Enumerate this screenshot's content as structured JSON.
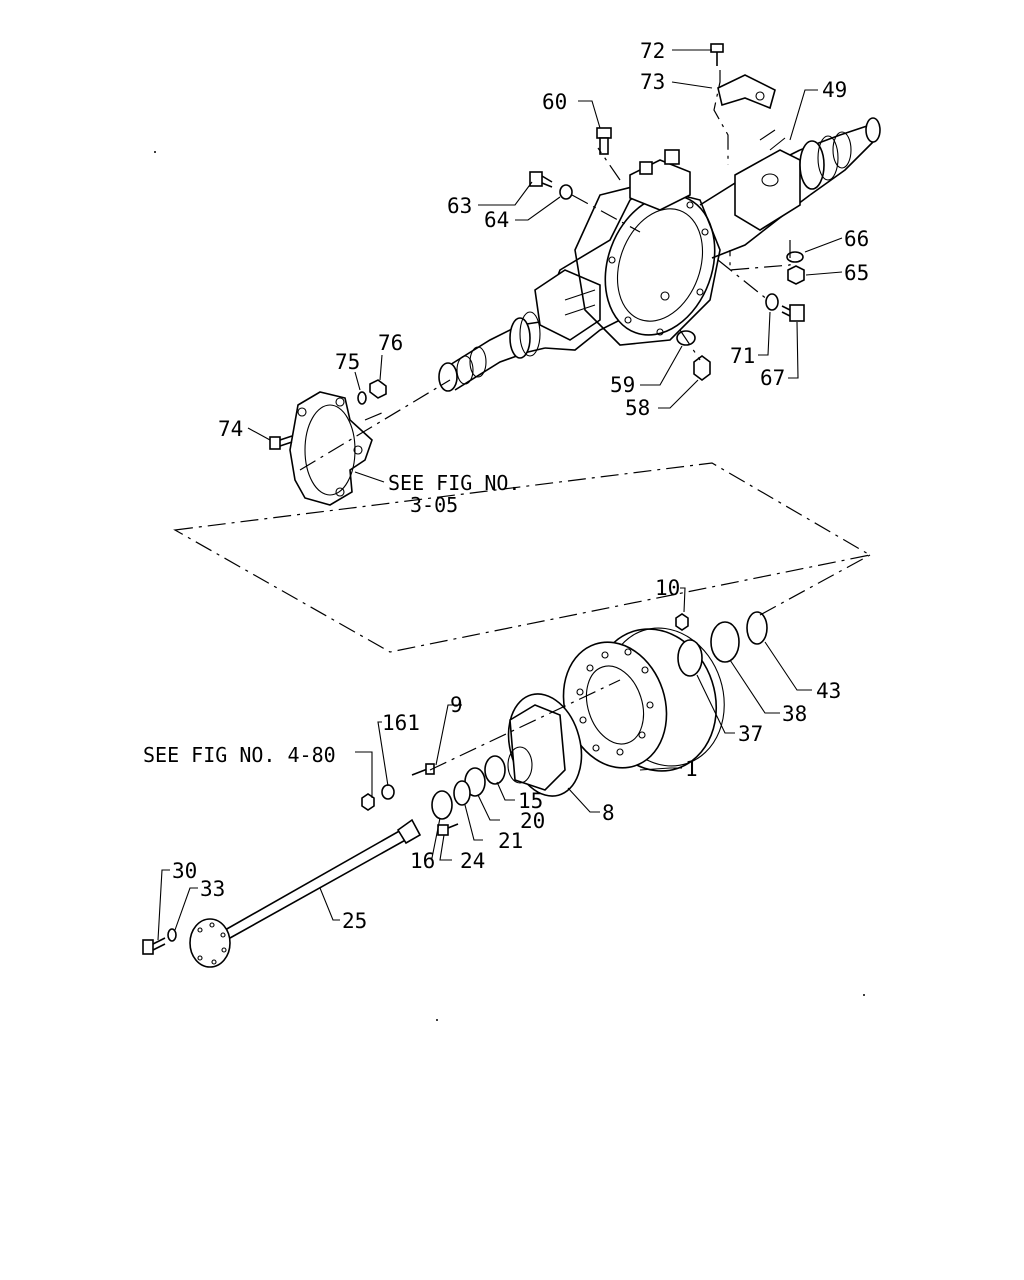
{
  "labels": {
    "p72": "72",
    "p73": "73",
    "p60": "60",
    "p49": "49",
    "p63": "63",
    "p64": "64",
    "p66": "66",
    "p65": "65",
    "p71": "71",
    "p67": "67",
    "p59": "59",
    "p58": "58",
    "p75": "75",
    "p76": "76",
    "p74": "74",
    "p10": "10",
    "p43": "43",
    "p38": "38",
    "p37": "37",
    "p1": "1",
    "p9": "9",
    "p161": "161",
    "p15": "15",
    "p8": "8",
    "p20": "20",
    "p21": "21",
    "p16": "16",
    "p24": "24",
    "p30": "30",
    "p33": "33",
    "p25": "25"
  },
  "notes": {
    "fig305_line1": "SEE FIG NO.",
    "fig305_line2": "3-05",
    "fig480": "SEE FIG NO. 4-80"
  }
}
